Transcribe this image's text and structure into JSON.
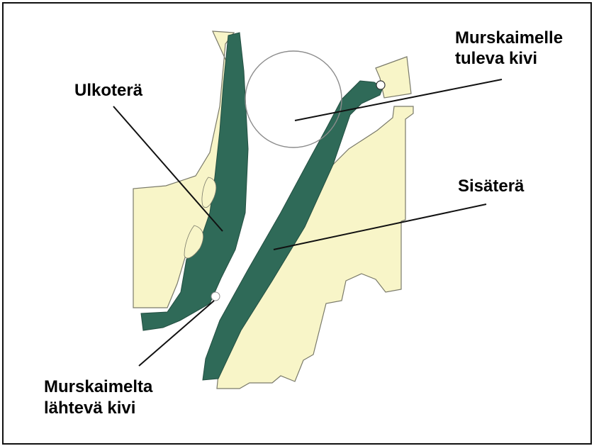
{
  "labels": {
    "outer_blade": "Ulkoterä",
    "incoming_stone_line1": "Murskaimelle",
    "incoming_stone_line2": "tuleva kivi",
    "inner_blade": "Sisäterä",
    "outgoing_stone_line1": "Murskaimelta",
    "outgoing_stone_line2": "lähtevä kivi"
  },
  "colors": {
    "frame_body": "#f8f5c8",
    "blade": "#2f6a58",
    "outline": "#7a7a6a",
    "stone_outline": "#8c8c8c",
    "pointer_line": "#111111",
    "text": "#000000"
  }
}
